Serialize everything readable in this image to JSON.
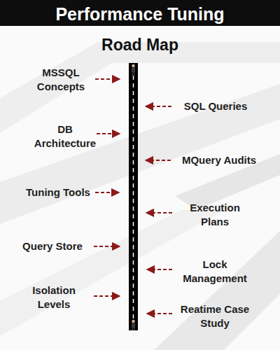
{
  "diagram": {
    "title": "Performance Tuning",
    "labels": [
      "Road Map",
      "MSSQL Concepts",
      "SQL Queries",
      "DB Architecture",
      "MQuery Audits",
      "Tuning Tools",
      "Execution Plans",
      "Query Store",
      "Lock Management",
      "Isolation Levels",
      "Reatime Case Study"
    ]
  }
}
